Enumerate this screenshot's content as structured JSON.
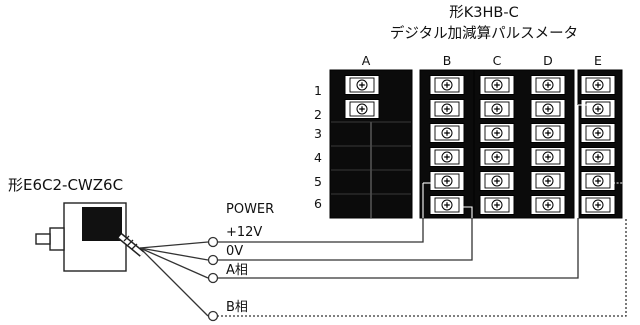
{
  "meter": {
    "model": "形K3HB-C",
    "name": "デジタル加減算パルスメータ",
    "columns": [
      "A",
      "B",
      "C",
      "D",
      "E"
    ],
    "rows": [
      "1",
      "2",
      "3",
      "4",
      "5",
      "6"
    ]
  },
  "encoder": {
    "model": "形E6C2-CWZ6C"
  },
  "wires": [
    {
      "label": "POWER",
      "sublabel": "+12V"
    },
    {
      "label": "0V"
    },
    {
      "label": "A相"
    },
    {
      "label": "B相"
    }
  ],
  "colors": {
    "ink": "#111111",
    "block": "#0b0b0b",
    "slot": "#2a2a2a"
  }
}
